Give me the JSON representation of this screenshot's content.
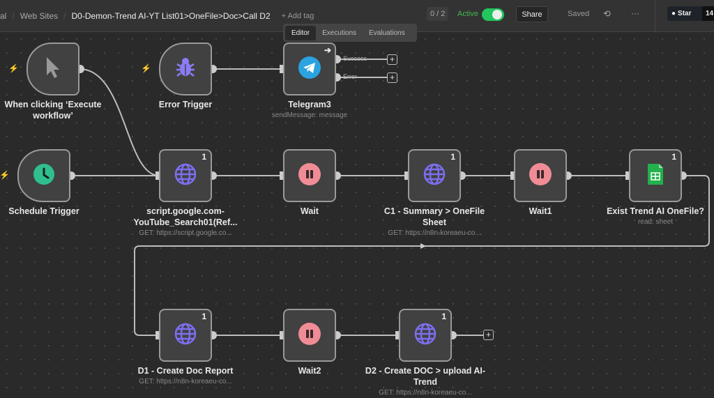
{
  "header": {
    "breadcrumbs": [
      "al",
      "Web Sites"
    ],
    "workflow_title": "D0-Demon-Trend AI-YT List01>OneFile>Doc>Call D2",
    "add_tag": "+ Add tag",
    "counter": "0 / 2",
    "active_label": "Active",
    "active": true,
    "share": "Share",
    "saved": "Saved",
    "more": "···",
    "github_star": "Star",
    "star_count": "14"
  },
  "tabs": [
    "Editor",
    "Executions",
    "Evaluations"
  ],
  "selected_tab": "Editor",
  "nodes": [
    {
      "name": "When clicking ‘Execute workflow’",
      "sub": "",
      "icon": "cursor-icon",
      "count": ""
    },
    {
      "name": "Error Trigger",
      "sub": "",
      "icon": "bug-icon",
      "count": ""
    },
    {
      "name": "Telegram3",
      "sub": "sendMessage: message",
      "icon": "telegram-icon",
      "count": ""
    },
    {
      "name": "Schedule Trigger",
      "sub": "",
      "icon": "clock-icon",
      "count": ""
    },
    {
      "name": "script.google.com-YouTube_Search01(Ref...",
      "sub": "GET: https://script.google.co...",
      "icon": "globe-icon",
      "count": "1"
    },
    {
      "name": "Wait",
      "sub": "",
      "icon": "pause-icon",
      "count": ""
    },
    {
      "name": "C1 - Summary > OneFile Sheet",
      "sub": "GET: https://n8n-koreaeu-co...",
      "icon": "globe-icon",
      "count": "1"
    },
    {
      "name": "Wait1",
      "sub": "",
      "icon": "pause-icon",
      "count": ""
    },
    {
      "name": "Exist Trend AI OneFile?",
      "sub": "read: sheet",
      "icon": "sheets-icon",
      "count": "1"
    },
    {
      "name": "D1 - Create Doc Report",
      "sub": "GET: https://n8n-koreaeu-co...",
      "icon": "globe-icon",
      "count": "1"
    },
    {
      "name": "Wait2",
      "sub": "",
      "icon": "pause-icon",
      "count": ""
    },
    {
      "name": "D2 - Create DOC > upload AI-Trend",
      "sub": "GET: https://n8n-koreaeu-co...",
      "icon": "globe-icon",
      "count": "1"
    }
  ],
  "telegram_outputs": [
    "Success",
    "Error"
  ],
  "colors": {
    "active": "#22c55e",
    "globe": "#7c6ff0",
    "pause": "#f08c96",
    "schedule": "#2fbf8f",
    "sheets": "#22b14c",
    "telegram": "#2aa3e0",
    "trigger_bolt": "#ef4444"
  }
}
